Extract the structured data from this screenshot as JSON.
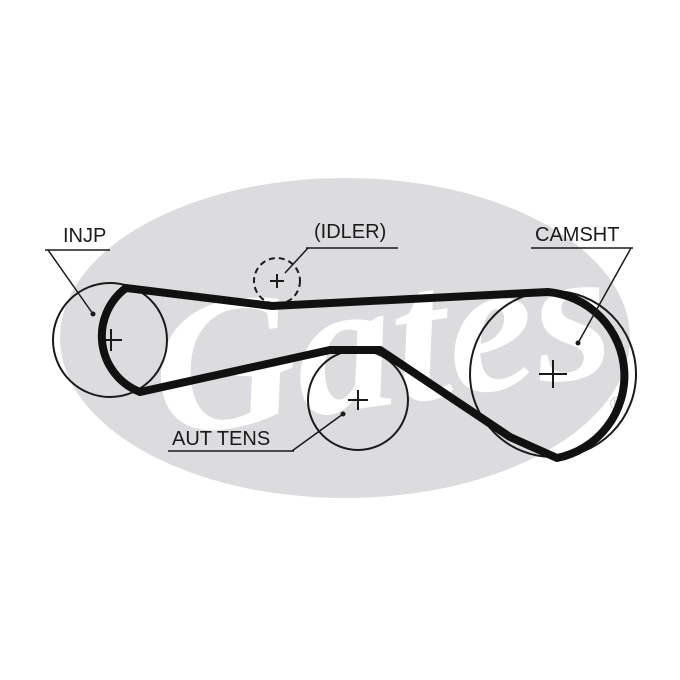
{
  "diagram": {
    "watermark": {
      "brand": "Gates",
      "mark": "®",
      "color": "#dcdcdf"
    },
    "labels": {
      "injp": "INJP",
      "idler": "(IDLER)",
      "camsht": "CAMSHT",
      "aut_tens": "AUT TENS"
    },
    "pulleys": [
      {
        "id": "injp",
        "name": "INJP"
      },
      {
        "id": "idler",
        "name": "(IDLER)",
        "optional": true
      },
      {
        "id": "camsht",
        "name": "CAMSHT"
      },
      {
        "id": "aut_tens",
        "name": "AUT TENS"
      }
    ],
    "colors": {
      "belt": "#111111",
      "ink": "#1a1a1a",
      "background": "#ffffff"
    }
  }
}
